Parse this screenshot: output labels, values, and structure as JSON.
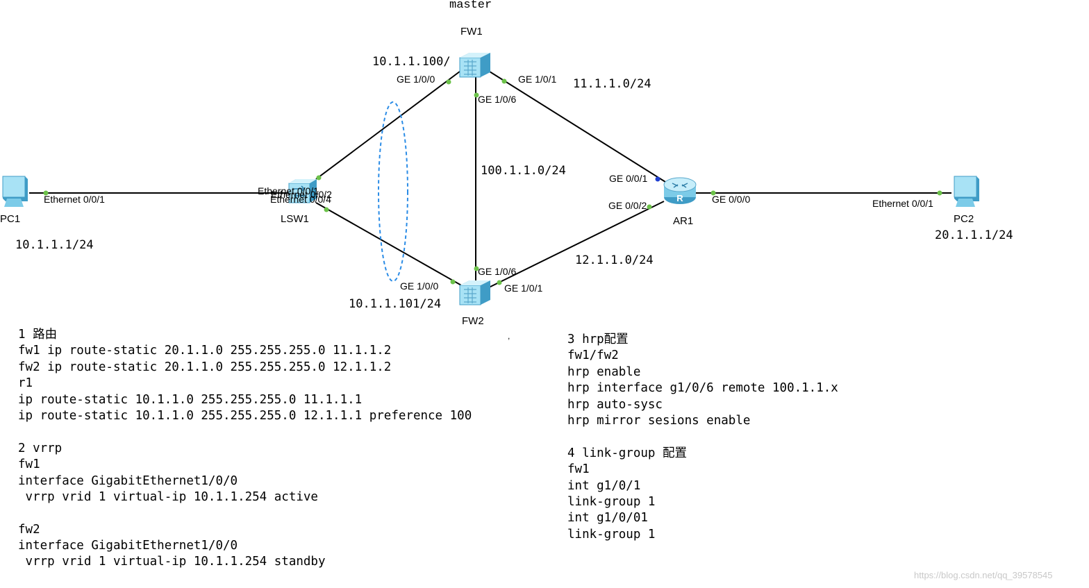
{
  "title": "master",
  "devices": {
    "fw1": "FW1",
    "fw2": "FW2",
    "lsw1": "LSW1",
    "ar1": "AR1",
    "pc1": "PC1",
    "pc2": "PC2"
  },
  "ports": {
    "fw1_g100": "GE 1/0/0",
    "fw1_g101": "GE 1/0/1",
    "fw1_g106": "GE 1/0/6",
    "fw2_g100": "GE 1/0/0",
    "fw2_g101": "GE 1/0/1",
    "fw2_g106": "GE 1/0/6",
    "ar1_g001": "GE 0/0/1",
    "ar1_g002": "GE 0/0/2",
    "ar1_g000": "GE 0/0/0",
    "pc1_eth": "Ethernet 0/0/1",
    "pc2_eth": "Ethernet 0/0/1",
    "lsw1_e001": "Ethernet 0/0/1",
    "lsw1_e002": "Ethernet 0/0/2",
    "lsw1_e004": "Ethernet 0/0/4"
  },
  "networks": {
    "fw1_ip": "10.1.1.100/",
    "fw2_ip": "10.1.1.101/24",
    "net_11": "11.1.1.0/24",
    "net_100": "100.1.1.0/24",
    "net_12": "12.1.1.0/24",
    "pc1_ip": "10.1.1.1/24",
    "pc2_ip": "20.1.1.1/24"
  },
  "stray_mark": ",",
  "config_left": [
    "1 路由",
    "fw1 ip route-static 20.1.1.0 255.255.255.0 11.1.1.2",
    "fw2 ip route-static 20.1.1.0 255.255.255.0 12.1.1.2",
    "r1",
    "ip route-static 10.1.1.0 255.255.255.0 11.1.1.1",
    "ip route-static 10.1.1.0 255.255.255.0 12.1.1.1 preference 100",
    "",
    "2 vrrp",
    "fw1",
    "interface GigabitEthernet1/0/0",
    " vrrp vrid 1 virtual-ip 10.1.1.254 active",
    "",
    "fw2",
    "interface GigabitEthernet1/0/0",
    " vrrp vrid 1 virtual-ip 10.1.1.254 standby"
  ],
  "config_right": [
    "3 hrp配置",
    "fw1/fw2",
    "hrp enable",
    "hrp interface g1/0/6 remote 100.1.1.x",
    "hrp auto-sysc",
    "hrp mirror sesions enable",
    "",
    "4 link-group 配置",
    "fw1",
    "int g1/0/1",
    "link-group 1",
    "int g1/0/01",
    "link-group 1"
  ],
  "watermark": "https://blog.csdn.net/qq_39578545",
  "colors": {
    "line": "#000000",
    "port_dot": "#6cc24a",
    "ar_dot": "#1f3fd1",
    "ellipse": "#2b8ce6",
    "device_body": "#9fdcf2",
    "device_dark": "#3f9cc6"
  }
}
